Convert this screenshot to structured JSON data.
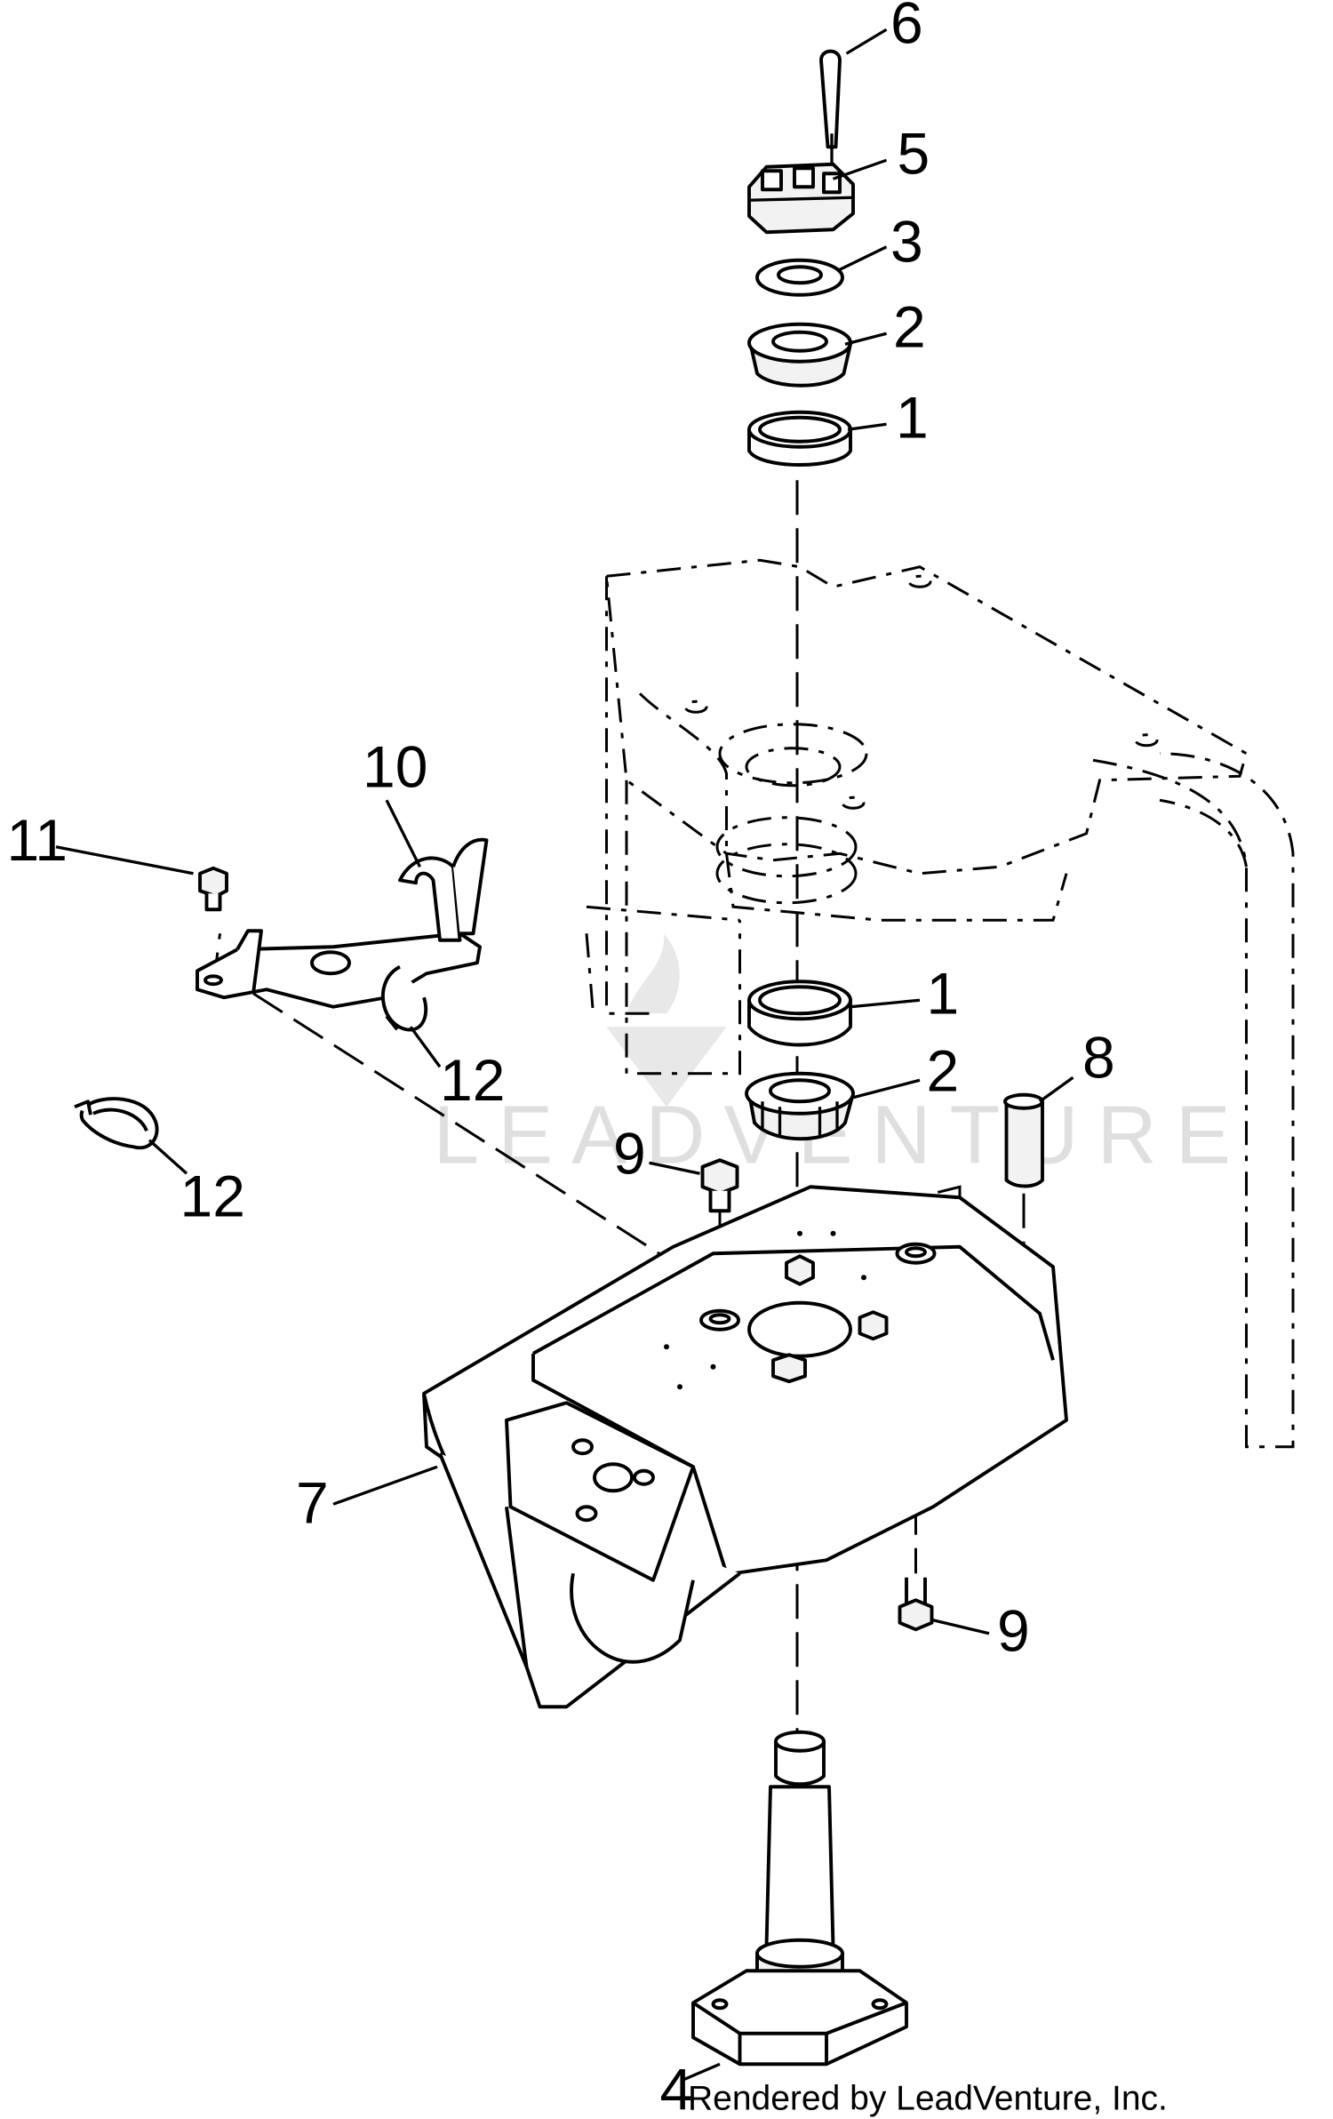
{
  "diagram": {
    "watermark": {
      "wordmark": "LEADVENTURE"
    },
    "footer": {
      "credit_number": "4",
      "credit_text": "Rendered by LeadVenture, Inc."
    },
    "callouts": [
      {
        "id": "c6",
        "label": "6"
      },
      {
        "id": "c5",
        "label": "5"
      },
      {
        "id": "c3",
        "label": "3"
      },
      {
        "id": "c2a",
        "label": "2"
      },
      {
        "id": "c1a",
        "label": "1"
      },
      {
        "id": "c10",
        "label": "10"
      },
      {
        "id": "c11",
        "label": "11"
      },
      {
        "id": "c12a",
        "label": "12"
      },
      {
        "id": "c12b",
        "label": "12"
      },
      {
        "id": "c1b",
        "label": "1"
      },
      {
        "id": "c2b",
        "label": "2"
      },
      {
        "id": "c8",
        "label": "8"
      },
      {
        "id": "c9a",
        "label": "9"
      },
      {
        "id": "c7",
        "label": "7"
      },
      {
        "id": "c9b",
        "label": "9"
      }
    ],
    "parts": [
      "cotter-pin",
      "castle-nut",
      "washer",
      "bearing-cone",
      "bearing-cup",
      "wire-bracket",
      "bolt",
      "hose-clamp",
      "caster-housing",
      "pin",
      "caster-spindle"
    ]
  }
}
